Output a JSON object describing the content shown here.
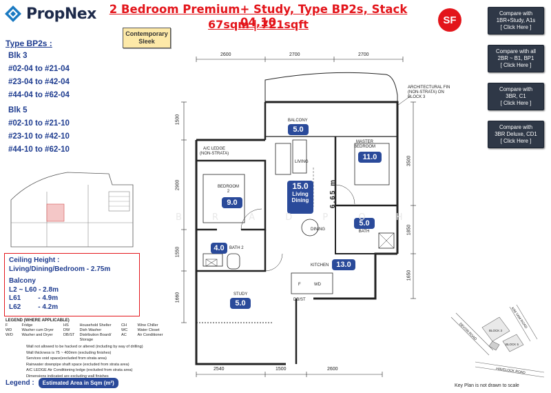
{
  "brand": {
    "name": "PropNex"
  },
  "header": {
    "line1": "2 Bedroom Premium+ Study, Type BP2s, Stack 04,10",
    "line2": "67sqm | 721sqft",
    "badge": "SF"
  },
  "style_tag": {
    "line1": "Contemporary",
    "line2": "Sleek"
  },
  "compare": [
    {
      "l1": "Compare with",
      "l2": "1BR+Study, A1s",
      "l3": "[ Click Here ]"
    },
    {
      "l1": "Compare with all",
      "l2": "2BR ~ B1, BP1",
      "l3": "[ Click Here ]"
    },
    {
      "l1": "Compare with",
      "l2": "3BR, C1",
      "l3": "[ Click Here ]"
    },
    {
      "l1": "Compare with",
      "l2": "3BR Deluxe, CD1",
      "l3": "[ Click Here ]"
    }
  ],
  "units": {
    "title": "Type BP2s :",
    "blk3": [
      "Blk 3",
      "#02-04 to #21-04",
      "#23-04 to #42-04",
      "#44-04 to #62-04"
    ],
    "blk5": [
      "Blk 5",
      "#02-10 to #21-10",
      "#23-10 to #42-10",
      "#44-10 to #62-10"
    ]
  },
  "ceiling": {
    "title": "Ceiling Height :",
    "living": "Living/Dining/Bedroom - 2.75m",
    "balcony_title": "Balcony",
    "rows": [
      "L2 ~ L60 - 2.8m",
      "L61         - 4.9m",
      "L62         - 4.2m"
    ]
  },
  "legend": {
    "title": "LEGEND (WHERE APPLICABLE)",
    "abbr": [
      [
        "F",
        "Fridge",
        "HS",
        "Household Shelter",
        "CH",
        "Wine Chiller"
      ],
      [
        "WD",
        "Washer cum Dryer",
        "DW",
        "Dish Washer",
        "WC",
        "Water Closet"
      ],
      [
        "W/D",
        "Washer and Dryer",
        "DB/ST",
        "Distribution Board/ Storage",
        "AC",
        "Air Conditioner"
      ]
    ],
    "notes": [
      "Wall not allowed to be hacked or altered (including by way of drilling)",
      "Wall thickness is 75 ~ 400mm (excluding finishes)",
      "Services void space(excluded from strata area)",
      "Rainwater downpipe shaft space (excluded from strata area)",
      "A/C LEDGE  Air Conditioning ledge (excluded from strata area)",
      "Dimensions indicated are excluding wall finishes"
    ],
    "bottom_label": "Legend :",
    "bottom_pill": "Estimated Area in Sqm (m²)"
  },
  "plan": {
    "dims_top": [
      "2600",
      "2700",
      "2700"
    ],
    "dims_bottom": [
      "2540",
      "1500",
      "2600"
    ],
    "dims_left": [
      "1500",
      "2900",
      "1550",
      "1660"
    ],
    "dims_right": [
      "3500",
      "1850",
      "1650"
    ],
    "fin_note": [
      "ARCHITECTURAL FIN",
      "(NON-STRATA) ON",
      "BLOCK 3"
    ],
    "diag_dim": "6.65 m",
    "rooms": {
      "balcony": {
        "label": "BALCONY",
        "area": "5.0"
      },
      "ac_ledge": {
        "label": "A/C LEDGE\n(NON-STRATA)"
      },
      "living": {
        "label": "LIVING"
      },
      "master": {
        "label": "MASTER\nBEDROOM",
        "area": "11.0"
      },
      "bedroom2": {
        "label": "BEDROOM\n2",
        "area": "9.0"
      },
      "living_dining": {
        "area": "15.0",
        "sub1": "Living",
        "sub2": "Dining"
      },
      "dining": {
        "label": "DINING"
      },
      "master_bath": {
        "label": "MASTER\nBATH",
        "area": "5.0"
      },
      "bath2": {
        "label": "BATH 2",
        "area": "4.0"
      },
      "kitchen": {
        "label": "KITCHEN",
        "area": "13.0"
      },
      "study": {
        "label": "STUDY",
        "area": "5.0"
      },
      "fixtures": [
        "F",
        "WD",
        "DB/ST"
      ]
    }
  },
  "keyplan": {
    "note": "Key Plan is not drawn to scale",
    "labels": [
      "KIM YAM ROAD",
      "DEVON ROAD",
      "HAVELOCK ROAD",
      "BLOCK 3",
      "BLOCK 5"
    ]
  },
  "watermark": "B R A D P O H"
}
